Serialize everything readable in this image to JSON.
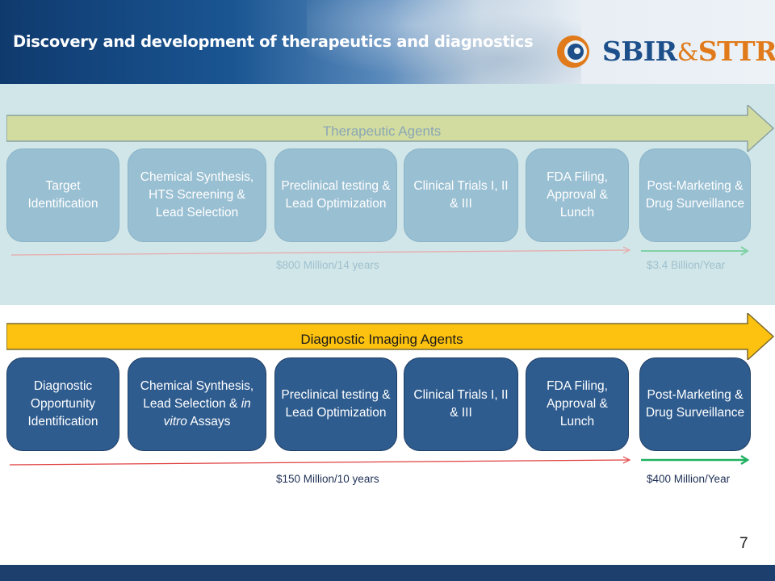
{
  "header": {
    "title": "Discovery and development of therapeutics and diagnostics",
    "logo": {
      "part1": "SBIR",
      "amp": "&",
      "part2": "STTR"
    }
  },
  "therapeutic": {
    "arrow_label": "Therapeutic Agents",
    "steps": [
      "Target Identification",
      "Chemical Synthesis, HTS Screening & Lead Selection",
      "Preclinical testing & Lead Optimization",
      "Clinical Trials I, II & III",
      "FDA Filing, Approval & Lunch",
      "Post-Marketing & Drug Surveillance"
    ],
    "development_cost": "$800 Million/14 years",
    "annual_cost": "$3.4 Billion/Year"
  },
  "diagnostic": {
    "arrow_label": "Diagnostic Imaging Agents",
    "steps": [
      "Diagnostic Opportunity Identification",
      {
        "pre": "Chemical Synthesis, Lead Selection & ",
        "em": "in vitro",
        "post": " Assays"
      },
      "Preclinical testing & Lead Optimization",
      "Clinical Trials I, II & III",
      "FDA Filing, Approval & Lunch",
      "Post-Marketing & Drug Surveillance"
    ],
    "development_cost": "$150 Million/10 years",
    "annual_cost": "$400 Million/Year"
  },
  "page_number": "7",
  "colors": {
    "header_blue": "#1a5592",
    "ther_band": "#d1e6e9",
    "ther_arrow": "#d3dca0",
    "ther_box": "#99bfd2",
    "diag_arrow": "#fdc20f",
    "diag_box": "#2e5c8f",
    "line_red": "#e04040",
    "line_green": "#20b060",
    "footer": "#1d3f6e"
  }
}
